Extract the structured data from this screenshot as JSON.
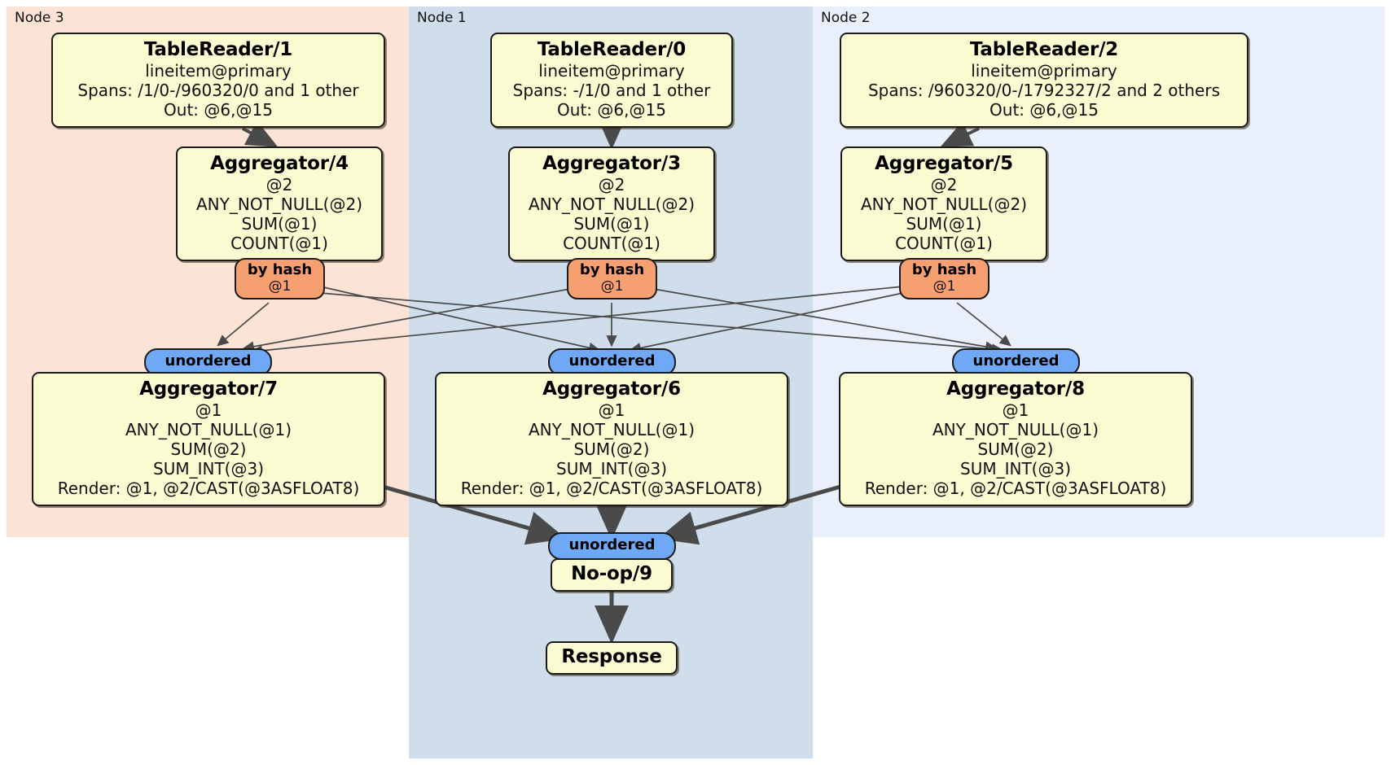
{
  "diagram": {
    "type": "distributed-query-plan",
    "colors": {
      "node3_panel": "#fbe3d5",
      "node1_panel": "#cfdeea",
      "node2_panel": "#eaf0fb",
      "processor_box": "#fbfbd2",
      "hash_router": "#f6a072",
      "unordered_synchronizer": "#6fa8f4",
      "edge": "#4a4a4a"
    }
  },
  "panels": [
    {
      "id": "node3",
      "label": "Node 3"
    },
    {
      "id": "node1",
      "label": "Node 1"
    },
    {
      "id": "node2",
      "label": "Node 2"
    }
  ],
  "nodes": {
    "tablereader1": {
      "title": "TableReader/1",
      "lines": [
        "lineitem@primary",
        "Spans: /1/0-/960320/0 and 1 other",
        "Out: @6,@15"
      ]
    },
    "tablereader0": {
      "title": "TableReader/0",
      "lines": [
        "lineitem@primary",
        "Spans: -/1/0 and 1 other",
        "Out: @6,@15"
      ]
    },
    "tablereader2": {
      "title": "TableReader/2",
      "lines": [
        "lineitem@primary",
        "Spans: /960320/0-/1792327/2 and 2 others",
        "Out: @6,@15"
      ]
    },
    "aggregator4": {
      "title": "Aggregator/4",
      "lines": [
        "@2",
        "ANY_NOT_NULL(@2)",
        "SUM(@1)",
        "COUNT(@1)"
      ]
    },
    "aggregator3": {
      "title": "Aggregator/3",
      "lines": [
        "@2",
        "ANY_NOT_NULL(@2)",
        "SUM(@1)",
        "COUNT(@1)"
      ]
    },
    "aggregator5": {
      "title": "Aggregator/5",
      "lines": [
        "@2",
        "ANY_NOT_NULL(@2)",
        "SUM(@1)",
        "COUNT(@1)"
      ]
    },
    "aggregator7": {
      "title": "Aggregator/7",
      "lines": [
        "@1",
        "ANY_NOT_NULL(@1)",
        "SUM(@2)",
        "SUM_INT(@3)",
        "Render: @1, @2/CAST(@3ASFLOAT8)"
      ]
    },
    "aggregator6": {
      "title": "Aggregator/6",
      "lines": [
        "@1",
        "ANY_NOT_NULL(@1)",
        "SUM(@2)",
        "SUM_INT(@3)",
        "Render: @1, @2/CAST(@3ASFLOAT8)"
      ]
    },
    "aggregator8": {
      "title": "Aggregator/8",
      "lines": [
        "@1",
        "ANY_NOT_NULL(@1)",
        "SUM(@2)",
        "SUM_INT(@3)",
        "Render: @1, @2/CAST(@3ASFLOAT8)"
      ]
    },
    "noop9": {
      "title": "No-op/9",
      "lines": []
    },
    "response": {
      "title": "Response",
      "lines": []
    }
  },
  "routers": {
    "hash_left": {
      "label": "by hash",
      "column": "@1"
    },
    "hash_center": {
      "label": "by hash",
      "column": "@1"
    },
    "hash_right": {
      "label": "by hash",
      "column": "@1"
    }
  },
  "synchronizers": {
    "unordered_left": {
      "label": "unordered"
    },
    "unordered_center": {
      "label": "unordered"
    },
    "unordered_right": {
      "label": "unordered"
    },
    "unordered_final": {
      "label": "unordered"
    }
  }
}
